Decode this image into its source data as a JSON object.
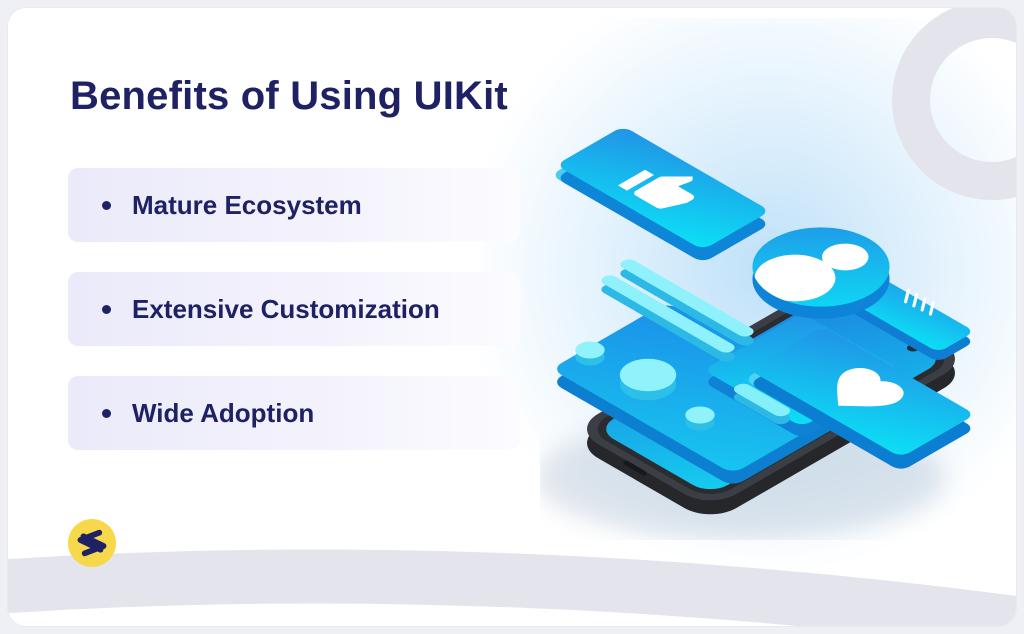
{
  "slide": {
    "title": "Benefits of Using UIKit",
    "bullets": [
      {
        "label": "Mature Ecosystem"
      },
      {
        "label": "Extensive Customization"
      },
      {
        "label": "Wide Adoption"
      }
    ]
  },
  "logo": {
    "name": "code-brackets-logo"
  },
  "illustration": {
    "type": "isometric-phone-ui-mockup",
    "icons": [
      "thumbs-up",
      "user-avatar",
      "heart",
      "menu-lines"
    ]
  },
  "colors": {
    "navy": "#1e2163",
    "yellow": "#f7d84a",
    "page_bg": "#eef0f5",
    "decoration_gray": "#e4e4ec",
    "bullet_bg": "#ebeafa",
    "blue": "#1f9ae9",
    "cyan": "#0edcf4",
    "light_cyan": "#8ef2fb",
    "extrude_blue": "#0d7fd0",
    "phone_frame": "#3b3e44",
    "white": "#ffffff"
  }
}
